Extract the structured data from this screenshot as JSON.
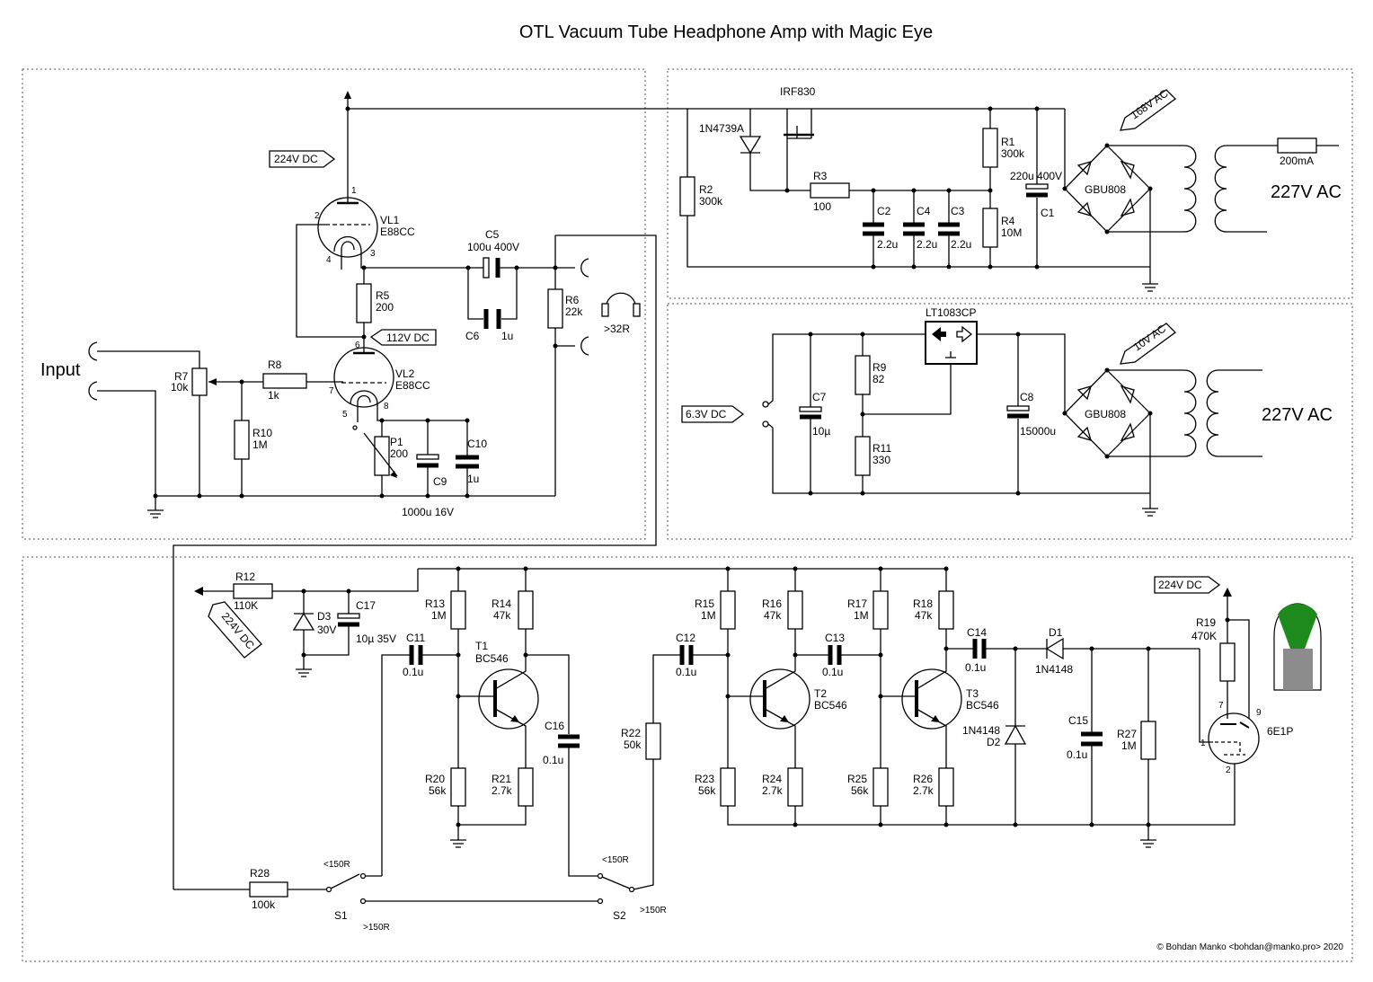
{
  "title": "OTL Vacuum Tube Headphone Amp with Magic Eye",
  "copyright": "© Bohdan Manko <bohdan@manko.pro> 2020",
  "flags": {
    "f224_top": "224V DC",
    "f112": "112V DC",
    "f168": "168V AC",
    "f10": "10V AC",
    "f63": "6.3V DC",
    "f224_bot": "224V DC",
    "f224_right": "224V DC"
  },
  "mains": {
    "m1": "227V AC",
    "m2": "227V AC",
    "fuse": "200mA"
  },
  "input_label": "Input",
  "tubes": {
    "vl1": [
      "VL1",
      "E88CC"
    ],
    "vl2": [
      "VL2",
      "E88CC"
    ],
    "magic": "6E1P"
  },
  "pins": {
    "vl1": [
      "1",
      "2",
      "3",
      "4"
    ],
    "vl2": [
      "6",
      "7",
      "5",
      "8"
    ],
    "magic": [
      "7",
      "9",
      "1",
      "2"
    ]
  },
  "amp": {
    "r7": [
      "R7",
      "10k"
    ],
    "r8": [
      "R8",
      "1k"
    ],
    "r10": [
      "R10",
      "1M"
    ],
    "r5": [
      "R5",
      "200"
    ],
    "p1": [
      "P1",
      "200"
    ],
    "c9": "C9",
    "c9v": "1000u 16V",
    "c10": [
      "C10",
      "1u"
    ],
    "c5": [
      "C5",
      "100u 400V"
    ],
    "c6": [
      "C6",
      "1u"
    ],
    "r6": [
      "R6",
      "22k"
    ],
    "hp": ">32R"
  },
  "psu_hv": {
    "irf": "IRF830",
    "zener": "1N4739A",
    "r2": [
      "R2",
      "300k"
    ],
    "r3": [
      "R3",
      "100"
    ],
    "c2": [
      "C2",
      "2.2u"
    ],
    "c4": [
      "C4",
      "2.2u"
    ],
    "c3": [
      "C3",
      "2.2u"
    ],
    "r1": [
      "R1",
      "300k"
    ],
    "r4": [
      "R4",
      "10M"
    ],
    "c1": [
      "220u 400V",
      "C1"
    ],
    "bridge": "GBU808"
  },
  "psu_lv": {
    "reg": "LT1083CP",
    "c7": [
      "C7",
      "10µ"
    ],
    "r9": [
      "R9",
      "82"
    ],
    "r11": [
      "R11",
      "330"
    ],
    "c8": [
      "C8",
      "15000u"
    ],
    "bridge": "GBU808"
  },
  "indicator": {
    "r12": [
      "R12",
      "110K"
    ],
    "d3": [
      "D3",
      "30V"
    ],
    "c17": [
      "C17",
      "10µ 35V"
    ],
    "c11": [
      "C11",
      "0.1u"
    ],
    "r13": [
      "R13",
      "1M"
    ],
    "r14": [
      "R14",
      "47k"
    ],
    "t1": [
      "T1",
      "BC546"
    ],
    "r20": [
      "R20",
      "56k"
    ],
    "r21": [
      "R21",
      "2.7k"
    ],
    "c16": [
      "C16",
      "0.1u"
    ],
    "r22": [
      "R22",
      "50k"
    ],
    "c12": [
      "C12",
      "0.1u"
    ],
    "r15": [
      "R15",
      "1M"
    ],
    "r16": [
      "R16",
      "47k"
    ],
    "c13": [
      "C13",
      "0.1u"
    ],
    "t2": [
      "T2",
      "BC546"
    ],
    "r23": [
      "R23",
      "56k"
    ],
    "r24": [
      "R24",
      "2.7k"
    ],
    "r17": [
      "R17",
      "1M"
    ],
    "r18": [
      "R18",
      "47k"
    ],
    "t3": [
      "T3",
      "BC546"
    ],
    "r25": [
      "R25",
      "56k"
    ],
    "r26": [
      "R26",
      "2.7k"
    ],
    "c14": [
      "C14",
      "0.1u"
    ],
    "d1": [
      "D1",
      "1N4148"
    ],
    "d2": [
      "1N4148",
      "D2"
    ],
    "c15": [
      "C15",
      "0.1u"
    ],
    "r27": [
      "R27",
      "1M"
    ],
    "r19": [
      "R19",
      "470K"
    ],
    "r28": [
      "R28",
      "100k"
    ],
    "s1": "S1",
    "s2": "S2",
    "lt150_a": "<150R",
    "gt150_a": ">150R",
    "lt150_b": "<150R",
    "gt150_b": ">150R"
  },
  "colors": {
    "eye_green": "#1e8a1e",
    "eye_grey": "#8c8c8c"
  }
}
